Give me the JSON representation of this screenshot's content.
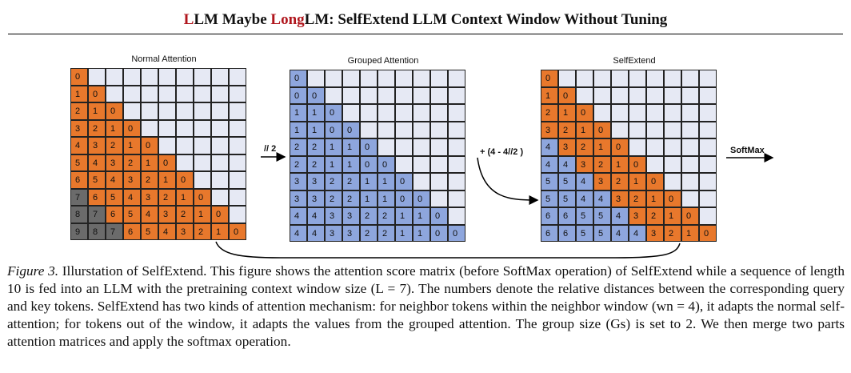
{
  "header": {
    "part1": "L",
    "part2": "LM Maybe ",
    "part3": "Long",
    "part4": "LM: SelfExtend LLM Context Window Without Tuning"
  },
  "panels": [
    {
      "title": "Normal Attention",
      "rows": [
        [
          "0"
        ],
        [
          "1",
          "0"
        ],
        [
          "2",
          "1",
          "0"
        ],
        [
          "3",
          "2",
          "1",
          "0"
        ],
        [
          "4",
          "3",
          "2",
          "1",
          "0"
        ],
        [
          "5",
          "4",
          "3",
          "2",
          "1",
          "0"
        ],
        [
          "6",
          "5",
          "4",
          "3",
          "2",
          "1",
          "0"
        ],
        [
          "7",
          "6",
          "5",
          "4",
          "3",
          "2",
          "1",
          "0"
        ],
        [
          "8",
          "7",
          "6",
          "5",
          "4",
          "3",
          "2",
          "1",
          "0"
        ],
        [
          "9",
          "8",
          "7",
          "6",
          "5",
          "4",
          "3",
          "2",
          "1",
          "0"
        ]
      ],
      "fills": [
        [
          "o"
        ],
        [
          "o",
          "o"
        ],
        [
          "o",
          "o",
          "o"
        ],
        [
          "o",
          "o",
          "o",
          "o"
        ],
        [
          "o",
          "o",
          "o",
          "o",
          "o"
        ],
        [
          "o",
          "o",
          "o",
          "o",
          "o",
          "o"
        ],
        [
          "o",
          "o",
          "o",
          "o",
          "o",
          "o",
          "o"
        ],
        [
          "g",
          "o",
          "o",
          "o",
          "o",
          "o",
          "o",
          "o"
        ],
        [
          "g",
          "g",
          "o",
          "o",
          "o",
          "o",
          "o",
          "o",
          "o"
        ],
        [
          "g",
          "g",
          "g",
          "o",
          "o",
          "o",
          "o",
          "o",
          "o",
          "o"
        ]
      ]
    },
    {
      "title": "Grouped Attention",
      "rows": [
        [
          "0"
        ],
        [
          "0",
          "0"
        ],
        [
          "1",
          "1",
          "0"
        ],
        [
          "1",
          "1",
          "0",
          "0"
        ],
        [
          "2",
          "2",
          "1",
          "1",
          "0"
        ],
        [
          "2",
          "2",
          "1",
          "1",
          "0",
          "0"
        ],
        [
          "3",
          "3",
          "2",
          "2",
          "1",
          "1",
          "0"
        ],
        [
          "3",
          "3",
          "2",
          "2",
          "1",
          "1",
          "0",
          "0"
        ],
        [
          "4",
          "4",
          "3",
          "3",
          "2",
          "2",
          "1",
          "1",
          "0"
        ],
        [
          "4",
          "4",
          "3",
          "3",
          "2",
          "2",
          "1",
          "1",
          "0",
          "0"
        ]
      ],
      "fills": [
        [
          "b"
        ],
        [
          "b",
          "b"
        ],
        [
          "b",
          "b",
          "b"
        ],
        [
          "b",
          "b",
          "b",
          "b"
        ],
        [
          "b",
          "b",
          "b",
          "b",
          "b"
        ],
        [
          "b",
          "b",
          "b",
          "b",
          "b",
          "b"
        ],
        [
          "b",
          "b",
          "b",
          "b",
          "b",
          "b",
          "b"
        ],
        [
          "b",
          "b",
          "b",
          "b",
          "b",
          "b",
          "b",
          "b"
        ],
        [
          "b",
          "b",
          "b",
          "b",
          "b",
          "b",
          "b",
          "b",
          "b"
        ],
        [
          "b",
          "b",
          "b",
          "b",
          "b",
          "b",
          "b",
          "b",
          "b",
          "b"
        ]
      ]
    },
    {
      "title": "SelfExtend",
      "rows": [
        [
          "0"
        ],
        [
          "1",
          "0"
        ],
        [
          "2",
          "1",
          "0"
        ],
        [
          "3",
          "2",
          "1",
          "0"
        ],
        [
          "4",
          "3",
          "2",
          "1",
          "0"
        ],
        [
          "4",
          "4",
          "3",
          "2",
          "1",
          "0"
        ],
        [
          "5",
          "5",
          "4",
          "3",
          "2",
          "1",
          "0"
        ],
        [
          "5",
          "5",
          "4",
          "4",
          "3",
          "2",
          "1",
          "0"
        ],
        [
          "6",
          "6",
          "5",
          "5",
          "4",
          "3",
          "2",
          "1",
          "0"
        ],
        [
          "6",
          "6",
          "5",
          "5",
          "4",
          "4",
          "3",
          "2",
          "1",
          "0"
        ]
      ],
      "fills": [
        [
          "o"
        ],
        [
          "o",
          "o"
        ],
        [
          "o",
          "o",
          "o"
        ],
        [
          "o",
          "o",
          "o",
          "o"
        ],
        [
          "b",
          "o",
          "o",
          "o",
          "o"
        ],
        [
          "b",
          "b",
          "o",
          "o",
          "o",
          "o"
        ],
        [
          "b",
          "b",
          "b",
          "o",
          "o",
          "o",
          "o"
        ],
        [
          "b",
          "b",
          "b",
          "b",
          "o",
          "o",
          "o",
          "o"
        ],
        [
          "b",
          "b",
          "b",
          "b",
          "b",
          "o",
          "o",
          "o",
          "o"
        ],
        [
          "b",
          "b",
          "b",
          "b",
          "b",
          "b",
          "o",
          "o",
          "o",
          "o"
        ]
      ]
    }
  ],
  "operators": {
    "group_div": "// 2",
    "offset": "+ (4 - 4//2 )",
    "softmax": "SoftMax"
  },
  "colors": {
    "orange": "#e8782c",
    "blue": "#8ea6dd",
    "gray": "#6b6b6b",
    "empty": "#e6e9f4"
  },
  "caption": {
    "label": "Figure 3.",
    "text": " Illurstation of SelfExtend. This figure shows the attention score matrix (before SoftMax operation) of SelfExtend while a sequence of length 10 is fed into an LLM with the pretraining context window size (L = 7). The numbers denote the relative distances between the corresponding query and key tokens. SelfExtend has two kinds of attention mechanism: for neighbor tokens within the neighbor window (wn = 4), it adapts the normal self-attention; for tokens out of the window, it adapts the values from the grouped attention. The group size (Gs) is set to 2. We then merge two parts attention matrices and apply the softmax operation."
  }
}
